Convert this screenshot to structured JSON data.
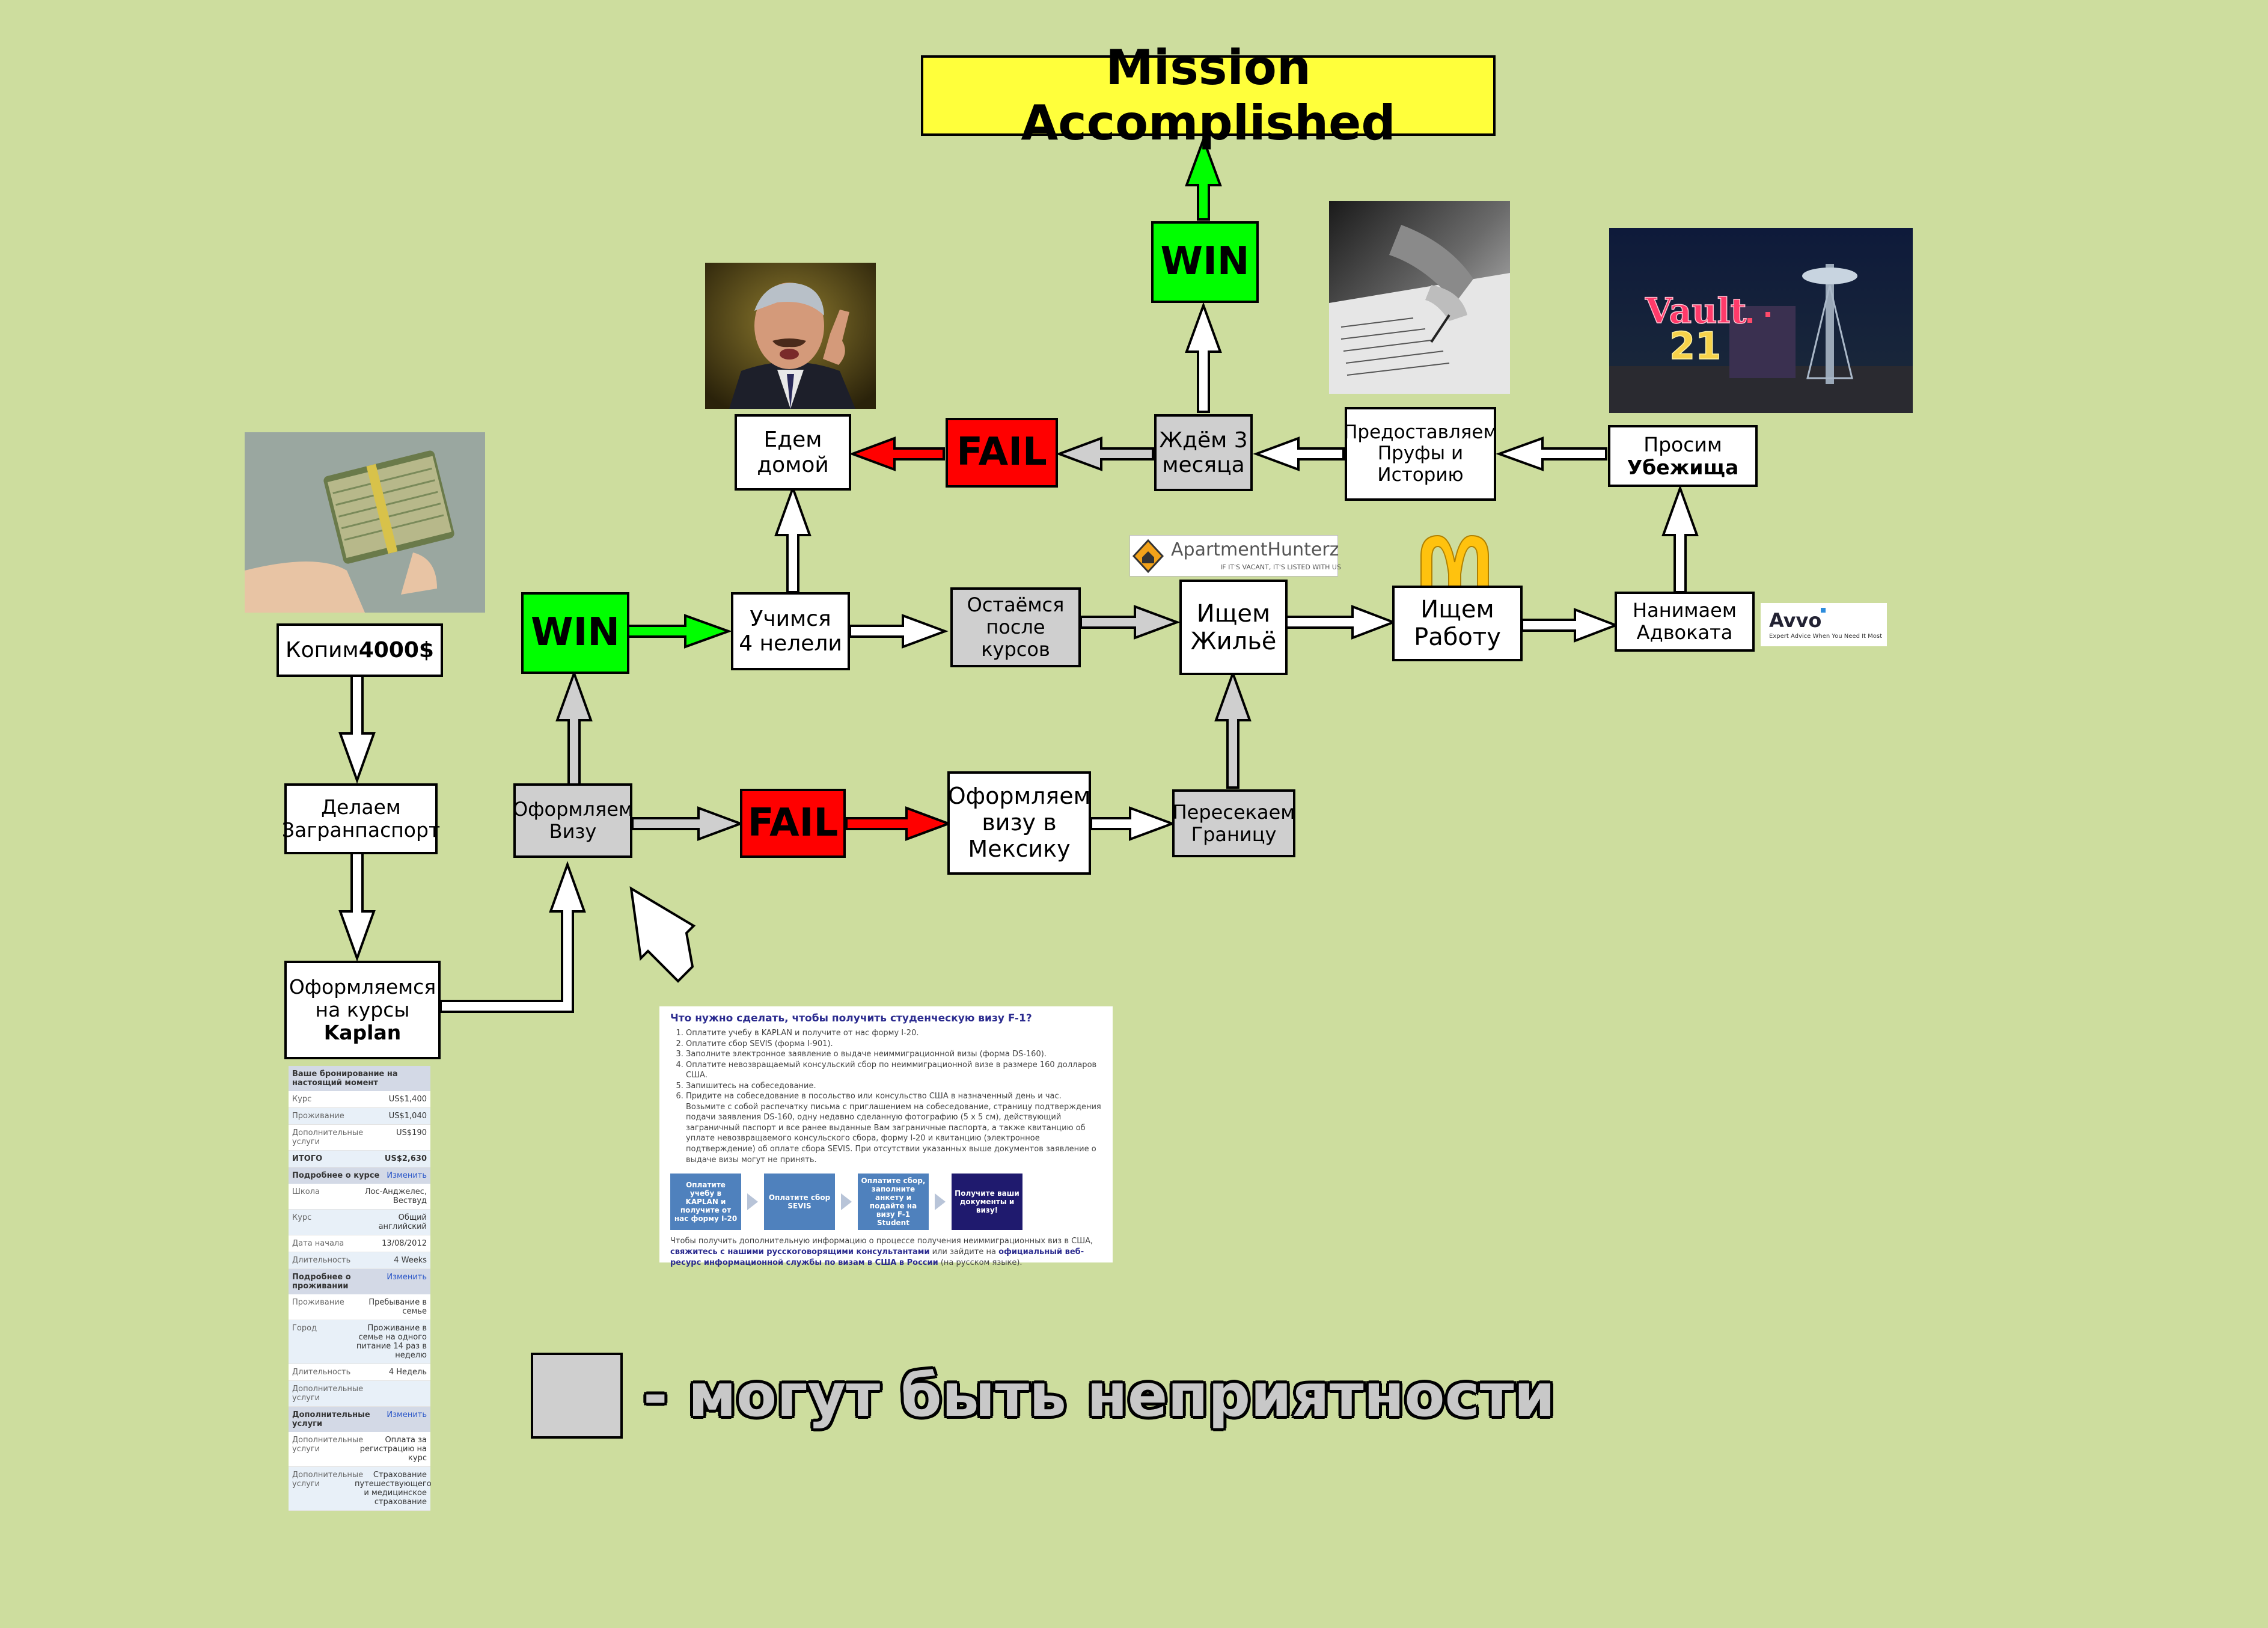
{
  "nodes": {
    "mission": "Mission Accomplished",
    "win_top": "WIN",
    "fail_top": "FAIL",
    "home_l1": "Едем",
    "home_l2": "домой",
    "wait_l1": "Ждём 3",
    "wait_l2": "месяца",
    "proof_l1": "Предоставляем",
    "proof_l2": "Пруфы и",
    "proof_l3": "Историю",
    "asylum_l1": "Просим",
    "asylum_l2": "Убежища",
    "save_l1": "Копим ",
    "save_l2": "4000$",
    "study_l1": "Учимся",
    "study_l2": "4 нелели",
    "stay_l1": "Остаёмся",
    "stay_l2": "после",
    "stay_l3": "курсов",
    "housing_l1": "Ищем",
    "housing_l2": "Жильё",
    "job_l1": "Ищем",
    "job_l2": "Работу",
    "lawyer_l1": "Нанимаем",
    "lawyer_l2": "Адвоката",
    "win_mid": "WIN",
    "passport_l1": "Делаем",
    "passport_l2": "Загранпаспорт",
    "visa_l1": "Оформляем",
    "visa_l2": "Визу",
    "fail_mid": "FAIL",
    "mexvisa_l1": "Оформляем",
    "mexvisa_l2": "визу в",
    "mexvisa_l3": "Мексику",
    "border_l1": "Пересекаем",
    "border_l2": "Границу",
    "kaplan_l1": "Оформляемся",
    "kaplan_l2": "на курсы",
    "kaplan_l3": "Kaplan"
  },
  "legend": {
    "text": "- могут быть неприятности"
  },
  "logos": {
    "apartment": "ApartmentHunterz",
    "apartment_tag": "IF IT'S VACANT, IT'S LISTED WITH US",
    "avvo": "Avvo",
    "avvo_tag": "Expert Advice When You Need It Most",
    "vault": "Vault 21"
  },
  "kaplan_form": {
    "title": "Ваше бронирование на настоящий момент",
    "rows1": [
      {
        "l": "Курс",
        "v": "US$1,400"
      },
      {
        "l": "Проживание",
        "v": "US$1,040"
      },
      {
        "l": "Дополнительные услуги",
        "v": "US$190"
      },
      {
        "l": "ИТОГО",
        "v": "US$2,630"
      }
    ],
    "sec2": "Подробнее о курсе",
    "rows2": [
      {
        "l": "Школа",
        "v": "Лос-Анджелес, Вествуд"
      },
      {
        "l": "Курс",
        "v": "Общий английский"
      },
      {
        "l": "Дата начала",
        "v": "13/08/2012"
      },
      {
        "l": "Длительность",
        "v": "4 Weeks"
      }
    ],
    "sec3": "Подробнее о проживании",
    "rows3": [
      {
        "l": "Проживание",
        "v": "Пребывание в семье"
      },
      {
        "l": "Город",
        "v": "Проживание в семье на одного питание 14 раз в неделю"
      },
      {
        "l": "Длительность",
        "v": "4 Недель"
      },
      {
        "l": "Дополнительные услуги",
        "v": ""
      }
    ],
    "sec4": "Дополнительные услуги",
    "rows4": [
      {
        "l": "Дополнительные услуги",
        "v": "Оплата за регистрацию на курс"
      },
      {
        "l": "Дополнительные услуги",
        "v": "Страхование путешествующего и медицинское страхование"
      }
    ],
    "edit": "Изменить"
  },
  "f1_doc": {
    "title": "Что нужно сделать, чтобы получить студенческую визу F-1?",
    "items": [
      "Оплатите учебу в KAPLAN и получите от нас форму I-20.",
      "Оплатите сбор SEVIS (форма I-901).",
      "Заполните электронное заявление о выдаче неиммиграционной визы (форма DS-160).",
      "Оплатите невозвращаемый консульский сбор по неиммиграционной визе в размере 160 долларов США.",
      "Запишитесь на собеседование.",
      "Придите на собеседование в посольство или консульство США в назначенный день и час. Возьмите с собой распечатку письма с приглашением на собеседование, страницу подтверждения подачи заявления DS-160, одну недавно сделанную фотографию (5 x 5 см), действующий заграничный паспорт и все ранее выданные Вам заграничные паспорта, а также квитанцию об уплате невозвращаемого консульского сбора, форму I-20 и квитанцию (электронное подтверждение) об оплате сбора SEVIS. При отсутствии указанных выше документов заявление о выдаче визы могут не принять."
    ],
    "steps": [
      "Оплатите учебу в KAPLAN и получите от нас форму I-20",
      "Оплатите сбор SEVIS",
      "Оплатите сбор, заполните анкету и подайте на визу F-1 Student",
      "Получите ваши документы и визу!"
    ],
    "foot_a": "Чтобы получить дополнительную информацию о процессе получения неиммиграционных виз в США, ",
    "foot_b": "свяжитесь с нашими русскоговорящими консультантами",
    "foot_c": " или зайдите на ",
    "foot_d": "официальный веб-ресурс информационной службы по визам в США в России",
    "foot_e": " (на русском языке)."
  },
  "colors": {
    "background": "#cddd9e",
    "win": "#00ff00",
    "fail": "#ff0000",
    "risk": "#cfcfcf",
    "mission": "#ffff3b"
  }
}
